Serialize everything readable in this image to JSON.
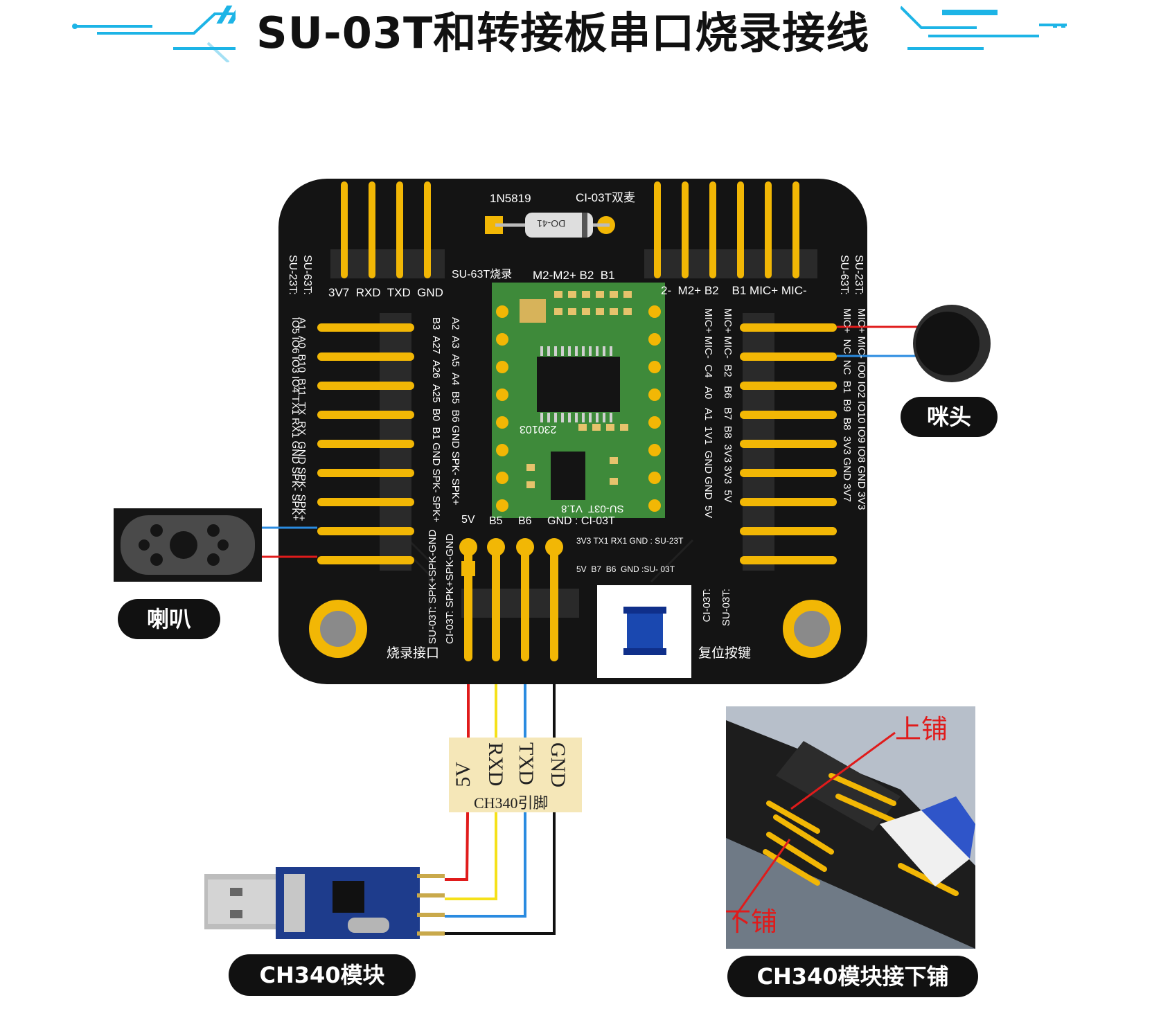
{
  "title": "SU-03T和转接板串口烧录接线",
  "colors": {
    "accent": "#1db4e6",
    "board": "#141414",
    "gold": "#f2b705",
    "wire_red": "#e01b1b",
    "wire_yellow": "#f5e11a",
    "wire_blue": "#2a8be0",
    "wire_black": "#111111",
    "module_green": "#3e8a3a",
    "ch340_blue": "#1e3c8c"
  },
  "labels": {
    "speaker": "喇叭",
    "mic": "咪头",
    "ch340_module": "CH340模块",
    "ch340_bottom": "CH340模块接下铺"
  },
  "board": {
    "diode_part": "1N5819",
    "diode_body": "DO-41",
    "top_right_label": "CI-03T双麦",
    "su63t_burn": "SU-63T烧录",
    "top_left_pins": "3V7  RXD  TXD  GND",
    "top_mid_pins": "M2-M2+ B2  B1",
    "top_right_pins": "2-  M2+ B2    B1 MIC+ MIC-",
    "left_vert_1": "SU-63T:",
    "left_vert_2": "SU-23T:",
    "right_vert_1": "SU-23T:",
    "right_vert_2": "SU-63T:",
    "left_col_a": [
      "A1",
      "A0",
      "B10",
      "B11",
      "TX",
      "RX",
      "GND",
      "SPK-",
      "SPK+"
    ],
    "left_col_b": [
      "IO5",
      "IO6",
      "IO3",
      "IO4",
      "TX1",
      "RX1",
      "GND",
      "SPK-",
      "SPK+"
    ],
    "left_inner_a": [
      "B3",
      "A27",
      "A26",
      "A25",
      "B0",
      "B1",
      "GND",
      "SPK-",
      "SPK+"
    ],
    "left_inner_b": [
      "A2",
      "A3",
      "A5",
      "A4",
      "B5",
      "B6",
      "GND",
      "SPK-",
      "SPK+"
    ],
    "right_inner_a": [
      "MIC+",
      "MIC-",
      "C4",
      "A0",
      "A1",
      "1V1",
      "GND",
      "GND",
      "5V"
    ],
    "right_inner_b": [
      "MIC+",
      "MIC-",
      "B2",
      "B6",
      "B7",
      "B8",
      "3V3",
      "3V3",
      "5V"
    ],
    "right_col_a": [
      "MIC+",
      "NC",
      "NC",
      "B1",
      "B9",
      "B8",
      "3V3",
      "GND",
      "3V7"
    ],
    "right_col_b": [
      "MIC+",
      "MIC-",
      "IO0",
      "IO2",
      "IO10",
      "IO9",
      "IO8",
      "GND",
      "3V3"
    ],
    "su03t_vert": "SU-03T: SPK+SPK-GND",
    "ci03t_vert": "CI-03T: SPK+SPK-GND",
    "ci03t_vert_r": "CI-03T:",
    "su03t_vert_r": "SU-03T:",
    "burn_pins": [
      "5V",
      "B5",
      "B6",
      "GND : CI-03T"
    ],
    "su23t_row": "3V3 TX1 RX1 GND : SU-23T",
    "su03_row": "5V  B7  B6  GND :SU- 03T",
    "module_text_1": "230103",
    "module_text_2": "SU-03T  V1.8",
    "burn_port": "烧录接口",
    "reset_button": "复位按键"
  },
  "ch340_pins": {
    "pins": [
      "5V",
      "RXD",
      "TXD",
      "GND"
    ],
    "caption": "CH340引脚"
  },
  "photo_labels": {
    "top": "上铺",
    "bottom": "下铺"
  }
}
